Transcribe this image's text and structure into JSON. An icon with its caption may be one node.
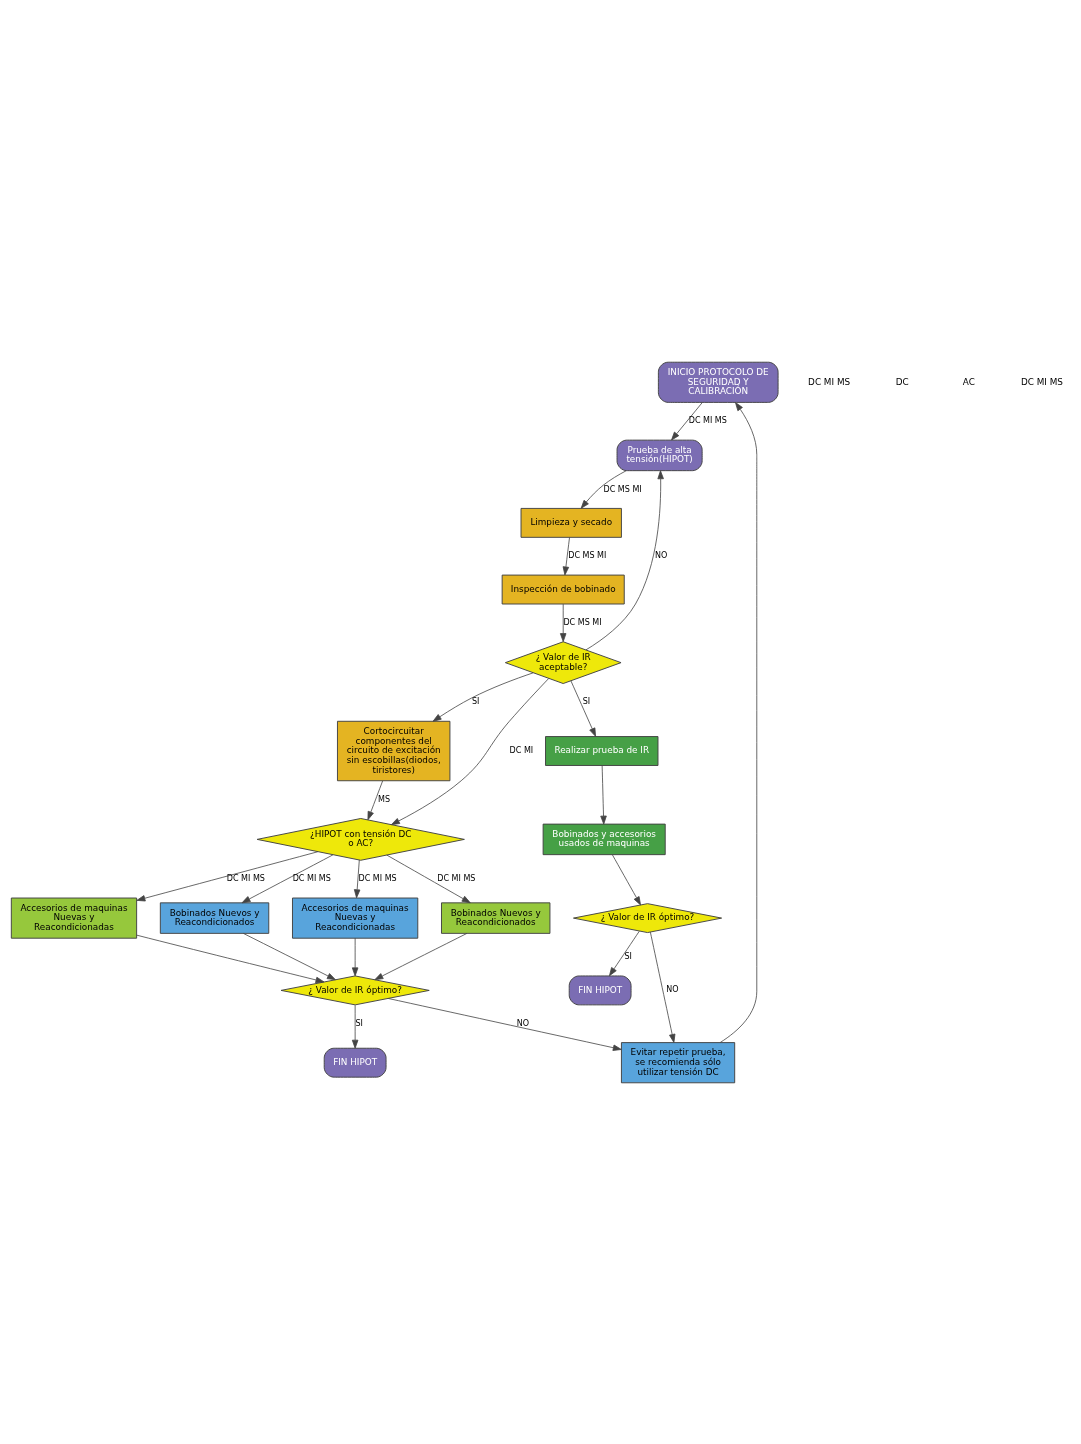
{
  "diagram": {
    "nodes": [
      {
        "text": [
          "INICIO PROTOCOLO DE SEGURIDAD Y CALIBRACIÓN"
        ]
      },
      {
        "text": [
          "Prueba de alta tensión(HIPOT)"
        ]
      },
      {
        "text": [
          "Limpieza y secado"
        ]
      },
      {
        "text": [
          "Inspección de bobinado"
        ]
      },
      {
        "text": [
          "¿ Valor de IR aceptable?"
        ]
      },
      {
        "text": [
          "Cortocircuitar componentes del circuito de excitación sin escobillas(diodos, tiristores)"
        ]
      },
      {
        "text": [
          "Realizar prueba de IR"
        ]
      },
      {
        "text": [
          "Bobinados y accesorios usados de maquinas"
        ]
      },
      {
        "text": [
          "¿ Valor de IR óptimo?"
        ]
      },
      {
        "text": [
          "FIN HIPOT"
        ]
      },
      {
        "text": [
          "Evitar repetir prueba, se recomienda sólo utilizar tensión DC"
        ]
      },
      {
        "text": [
          "¿HIPOT con tensión DC o AC?"
        ]
      },
      {
        "text": [
          "Bobinados Nuevos y Reacondicionados"
        ]
      },
      {
        "text": [
          "Accesorios de maquinas Nuevas y Reacondicionadas"
        ]
      },
      {
        "text": [
          "Bobinados Nuevos y Reacondicionados"
        ]
      },
      {
        "text": [
          "Accesorios de maquinas Nuevas y Reacondicionadas"
        ]
      },
      {
        "text": [
          "¿ Valor de IR óptimo?"
        ]
      },
      {
        "text": [
          "FIN HIPOT"
        ]
      }
    ],
    "edges": [
      {
        "from": 0,
        "to": 1,
        "arrow": "to",
        "label": "DC MI MS"
      },
      {
        "from": 1,
        "to": 2,
        "arrow": "to",
        "label": "DC MS MI"
      },
      {
        "from": 2,
        "to": 3,
        "arrow": "to",
        "label": "DC MS MI"
      },
      {
        "from": 3,
        "to": 4,
        "arrow": "to",
        "label": "DC MS MI"
      },
      {
        "from": 4,
        "to": 1,
        "arrow": "to",
        "label": "NO"
      },
      {
        "from": 4,
        "to": 6,
        "arrow": "to",
        "label": "SI"
      },
      {
        "from": 4,
        "to": 5,
        "arrow": "to",
        "label": "SI"
      },
      {
        "from": 4,
        "to": 11,
        "arrow": "to",
        "label": "DC MI"
      },
      {
        "from": 5,
        "to": 11,
        "arrow": "to",
        "label": "MS"
      },
      {
        "from": 6,
        "to": 7,
        "arrow": "to"
      },
      {
        "from": 7,
        "to": 8,
        "arrow": "to"
      },
      {
        "from": 8,
        "to": 9,
        "arrow": "to",
        "label": "SI"
      },
      {
        "from": 8,
        "to": 10,
        "arrow": "to",
        "label": "NO"
      },
      {
        "from": 10,
        "to": 0,
        "arrow": "to"
      },
      {
        "from": 11,
        "to": 12,
        "arrow": "to",
        "label": "DC MI MS"
      },
      {
        "from": 11,
        "to": 13,
        "arrow": "to",
        "label": "DC MI MS"
      },
      {
        "from": 11,
        "to": 14,
        "arrow": "to",
        "label": "DC MI MS"
      },
      {
        "from": 11,
        "to": 15,
        "arrow": "to",
        "label": "DC MI MS"
      },
      {
        "from": 12,
        "to": 16,
        "arrow": "to"
      },
      {
        "from": 13,
        "to": 16,
        "arrow": "to"
      },
      {
        "from": 14,
        "to": 16,
        "arrow": "to"
      },
      {
        "from": 15,
        "to": 16,
        "arrow": "to"
      },
      {
        "from": 16,
        "to": 10,
        "arrow": "to",
        "label": "NO"
      },
      {
        "from": 16,
        "to": 17,
        "arrow": "to",
        "label": "SI"
      }
    ],
    "labels": [
      "DC MI MS",
      "DC",
      "AC",
      "DC MI MS"
    ]
  }
}
